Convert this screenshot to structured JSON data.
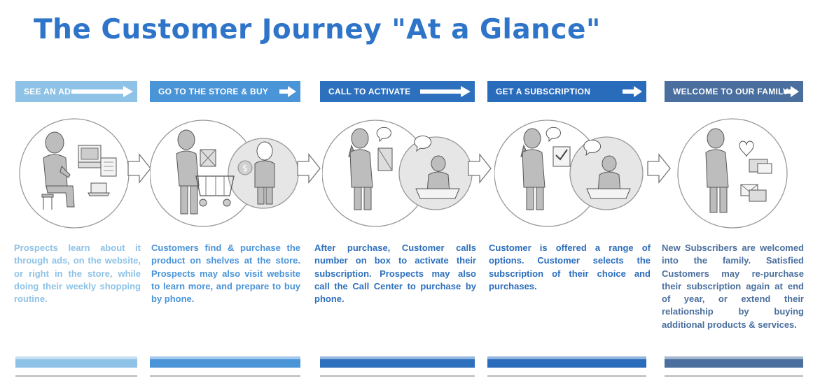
{
  "title": "The Customer Journey \"At a Glance\"",
  "colors": {
    "title": "#2e74c9",
    "step1": "#8ec2e6",
    "step2": "#4a94d8",
    "step3": "#2d70bd",
    "step4": "#2a6cbc",
    "step5": "#4a6f9e"
  },
  "steps": [
    {
      "banner": "SEE AN AD",
      "description": "Prospects learn about it through ads, on the website, or right in the store, while doing their weekly shopping routine."
    },
    {
      "banner": "GO TO THE STORE & BUY",
      "description": "Customers find & purchase the product on shelves at the store.  Prospects may also visit website to learn more, and prepare to buy by phone."
    },
    {
      "banner": "CALL TO ACTIVATE",
      "description": "After purchase, Customer calls number on box to activate their subscription. Prospects may also call the Call Center to purchase by phone."
    },
    {
      "banner": "GET A SUBSCRIPTION",
      "description": "Customer is offered a range of options.  Customer selects the subscription of their choice and purchases."
    },
    {
      "banner": "WELCOME TO OUR FAMILY",
      "description": "New Subscribers are welcomed into the family. Satisfied Customers may re-purchase their subscription again at end of year, or extend their relationship by buying additional products & services."
    }
  ],
  "icons": {
    "banner_arrow": "right-arrow-icon",
    "step_arrow": "outline-right-arrow-icon",
    "dollar": "$"
  }
}
